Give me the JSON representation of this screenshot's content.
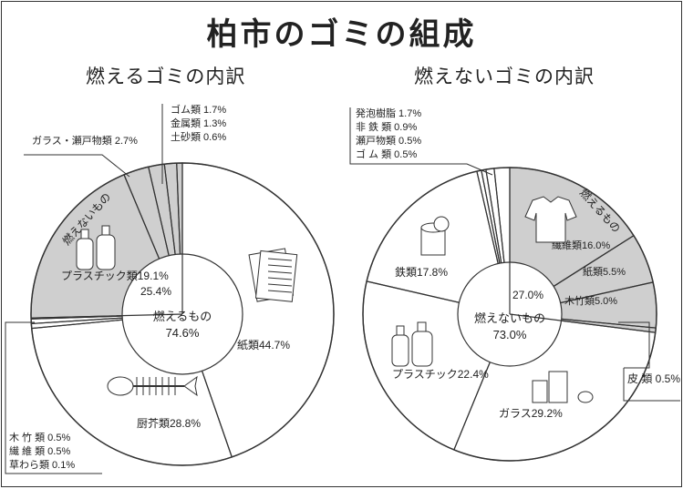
{
  "page": {
    "title": "柏市のゴミの組成"
  },
  "chart_data": [
    {
      "type": "pie",
      "title": "燃えるゴミの内訳",
      "center_label": "燃えるもの",
      "center_value": "74.6%",
      "inner_group_value": "25.4%",
      "outer_group_label": "燃えないもの",
      "slices": [
        {
          "name": "紙類",
          "value": 44.7,
          "label": "紙類44.7%",
          "group": "burnable"
        },
        {
          "name": "厨芥類",
          "value": 28.8,
          "label": "厨芥類28.8%",
          "group": "burnable"
        },
        {
          "name": "木竹類",
          "value": 0.5,
          "label": "木 竹 類 0.5%",
          "group": "burnable"
        },
        {
          "name": "繊維類",
          "value": 0.5,
          "label": "繊 維 類 0.5%",
          "group": "burnable"
        },
        {
          "name": "草わら類",
          "value": 0.1,
          "label": "草わら類 0.1%",
          "group": "burnable"
        },
        {
          "name": "プラスチック類",
          "value": 19.1,
          "label": "プラスチック類19.1%",
          "group": "nonburnable"
        },
        {
          "name": "ガラス・瀬戸物類",
          "value": 2.7,
          "label": "ガラス・瀬戸物類 2.7%",
          "group": "nonburnable"
        },
        {
          "name": "ゴム類",
          "value": 1.7,
          "label": "ゴム類 1.7%",
          "group": "nonburnable"
        },
        {
          "name": "金属類",
          "value": 1.3,
          "label": "金属類 1.3%",
          "group": "nonburnable"
        },
        {
          "name": "土砂類",
          "value": 0.6,
          "label": "土砂類 0.6%",
          "group": "nonburnable"
        }
      ]
    },
    {
      "type": "pie",
      "title": "燃えないゴミの内訳",
      "center_label": "燃えないもの",
      "center_value": "73.0%",
      "inner_group_value": "27.0%",
      "outer_group_label": "燃えるもの",
      "slices": [
        {
          "name": "繊維類",
          "value": 16.0,
          "label": "繊維類16.0%",
          "group": "burnable"
        },
        {
          "name": "紙類",
          "value": 5.5,
          "label": "紙類5.5%",
          "group": "burnable"
        },
        {
          "name": "木竹類",
          "value": 5.0,
          "label": "木竹類5.0%",
          "group": "burnable"
        },
        {
          "name": "皮類",
          "value": 0.5,
          "label": "皮 類 0.5%",
          "group": "burnable"
        },
        {
          "name": "ガラス",
          "value": 29.2,
          "label": "ガラス29.2%",
          "group": "nonburnable"
        },
        {
          "name": "プラスチック",
          "value": 22.4,
          "label": "プラスチック22.4%",
          "group": "nonburnable"
        },
        {
          "name": "鉄類",
          "value": 17.8,
          "label": "鉄類17.8%",
          "group": "nonburnable"
        },
        {
          "name": "ゴム類",
          "value": 0.5,
          "label": "ゴ ム 類 0.5%",
          "group": "nonburnable"
        },
        {
          "name": "瀬戸物類",
          "value": 0.5,
          "label": "瀬戸物類 0.5%",
          "group": "nonburnable"
        },
        {
          "name": "非鉄類",
          "value": 0.9,
          "label": "非 鉄 類 0.9%",
          "group": "nonburnable"
        },
        {
          "name": "発泡樹脂",
          "value": 1.7,
          "label": "発泡樹脂 1.7%",
          "group": "nonburnable"
        }
      ]
    }
  ],
  "colors": {
    "shaded": "#cfcfcf",
    "stroke": "#333333",
    "text": "#222222"
  },
  "icons": [
    "newspaper-icon",
    "fish-bone-icon",
    "bottles-icon",
    "can-icon",
    "shirt-icon",
    "jars-icon"
  ]
}
